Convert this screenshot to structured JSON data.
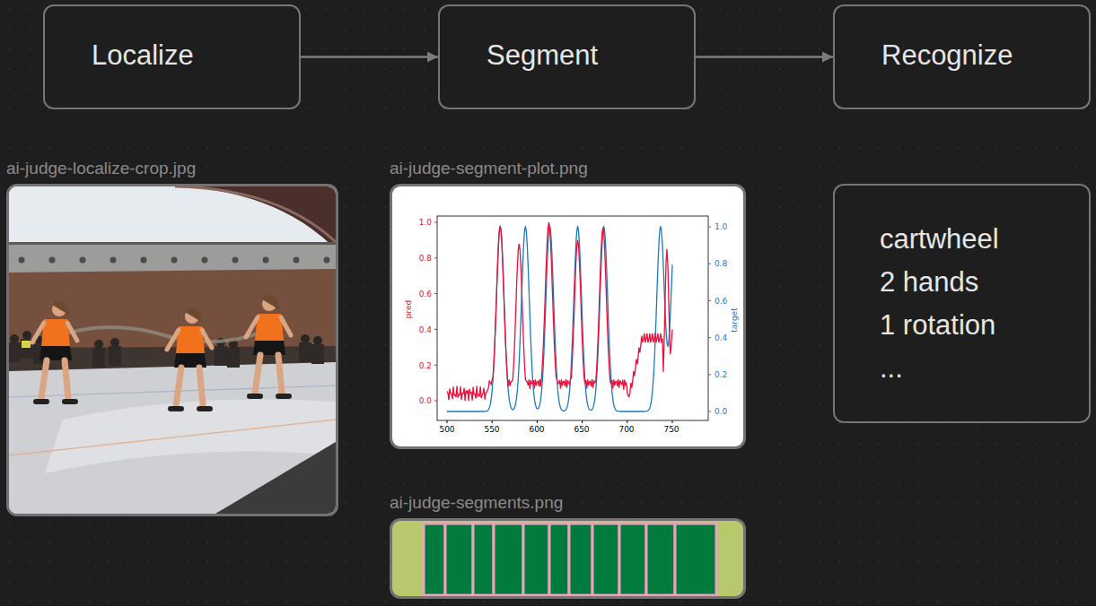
{
  "diagram": {
    "nodes": [
      {
        "text": [
          "Localize"
        ]
      },
      {
        "text": [
          "Segment"
        ]
      },
      {
        "text": [
          "Recognize"
        ]
      },
      {
        "text": [
          "ai-judge-localize-crop.jpg"
        ]
      },
      {
        "text": [
          "ai-judge-segment-plot.png"
        ]
      },
      {
        "text": [
          "ai-judge-segments.png"
        ]
      },
      {
        "text": [
          "cartwheel",
          "2 hands",
          "1 rotation",
          "..."
        ]
      }
    ],
    "edges": [
      {
        "from": 0,
        "to": 1,
        "arrow": "to"
      },
      {
        "from": 1,
        "to": 2,
        "arrow": "to"
      }
    ],
    "labels": [
      "1.0",
      "0.8",
      "0.6",
      "0.4",
      "0.2",
      "0.0",
      "1.0",
      "0.8",
      "0.6",
      "0.4",
      "0.2",
      "0.0",
      "pred",
      "target",
      "500",
      "550",
      "600",
      "650",
      "700",
      "750"
    ]
  }
}
